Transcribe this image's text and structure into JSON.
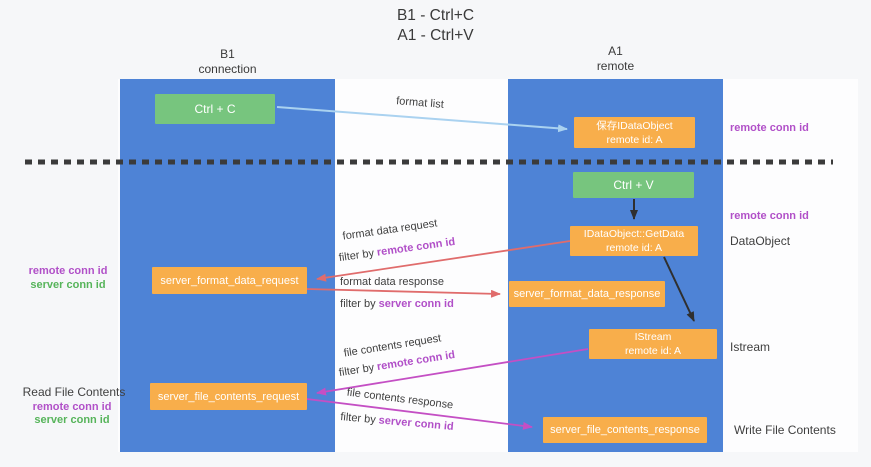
{
  "title": {
    "line1": "B1 - Ctrl+C",
    "line2": "A1 - Ctrl+V"
  },
  "lanes": {
    "left": {
      "name": "B1",
      "subtitle": "connection"
    },
    "right": {
      "name": "A1",
      "subtitle": "remote"
    }
  },
  "nodes": {
    "ctrl_c": {
      "label": "Ctrl + C"
    },
    "ctrl_v": {
      "label": "Ctrl + V"
    },
    "save_idataobject": {
      "line1": "保存IDataObject",
      "line2": "remote id: A"
    },
    "getdata": {
      "line1": "IDataObject::GetData",
      "line2": "remote id: A"
    },
    "istream": {
      "line1": "IStream",
      "line2": "remote id: A"
    },
    "format_request": {
      "label": "server_format_data_request"
    },
    "format_response": {
      "label": "server_format_data_response"
    },
    "file_request": {
      "label": "server_file_contents_request"
    },
    "file_response": {
      "label": "server_file_contents_response"
    }
  },
  "flows": {
    "format_list": "format list",
    "format_data_request": "format data request",
    "format_data_response": "format data response",
    "file_contents_request": "file contents request",
    "file_contents_response": "file contents response",
    "filter_by": "filter by",
    "remote_conn_id": "remote conn id",
    "server_conn_id": "server conn id"
  },
  "side_labels": {
    "left": {
      "remote_conn_id": "remote conn id",
      "server_conn_id": "server conn id",
      "read_file_contents": "Read File Contents"
    },
    "right": {
      "remote_conn_id_top": "remote conn id",
      "remote_conn_id_middle": "remote conn id",
      "dataobject": "DataObject",
      "istream": "Istream",
      "write_file_contents": "Write File Contents"
    }
  },
  "colors": {
    "lane_blue": "#4E83D6",
    "node_orange": "#F8AE4B",
    "node_green": "#77C57E",
    "accent_purple": "#B150C8",
    "accent_green": "#56B45A",
    "arrow_red": "#E06C6C",
    "arrow_magenta": "#C44FC4",
    "arrow_lightblue": "#AAD2F0",
    "arrow_black": "#2F2F2F"
  }
}
